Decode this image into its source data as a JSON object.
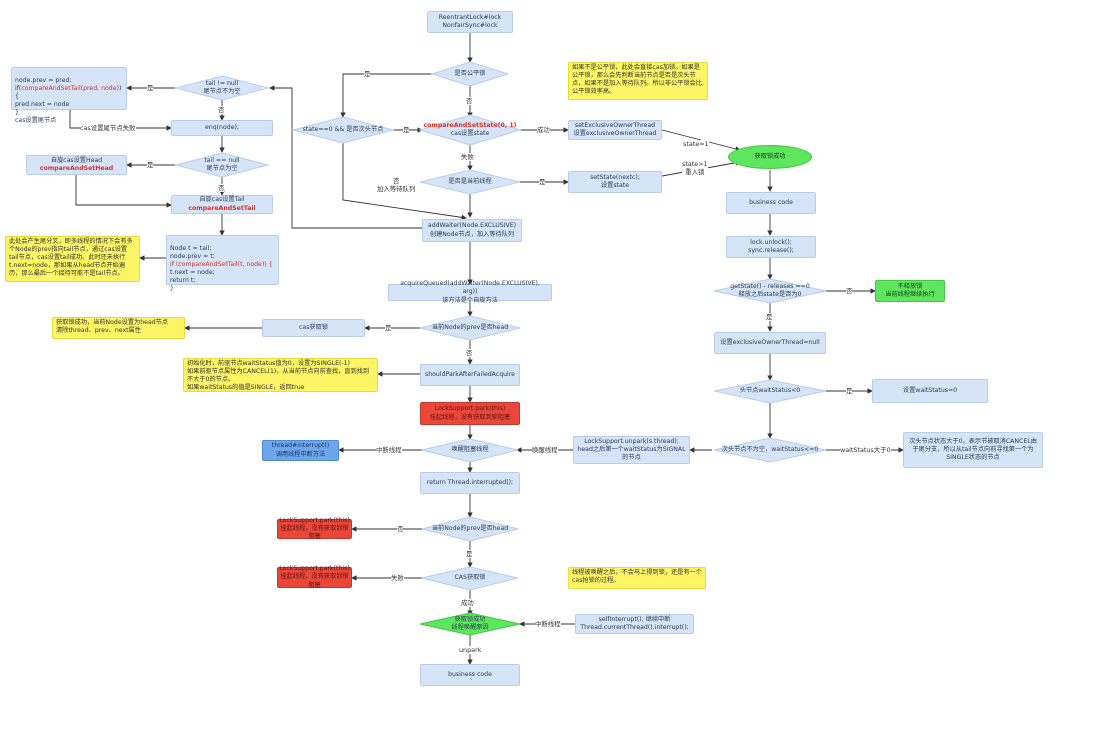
{
  "start": "ReentrantLock#lock\nNonfairSync#lock",
  "is_fair": "是否公平锁",
  "fair_yes": "是",
  "fair_no": "否",
  "nonfair_note": "如果不是公平锁，此处会直接cas加锁。如果是公平锁，那么会先判断当前节点是否是次头节点，如果不是加入等待队列。所以非公平锁会比公平锁效率高。",
  "state_check": "state==0 && 是否次头节点",
  "cas_state_fn": "compareAndSetState(0, 1)",
  "cas_state_txt": "cas设置state",
  "set_owner": "setExclusiveOwnerThread\n设置exclusiveOwnerThread",
  "success": "成功",
  "fail": "失败",
  "is_current_thread": "是否是当前线程",
  "set_state": "setState(nextc);\n设置state",
  "state_eq_1": "state=1",
  "state_gt_1": "state>1\n重入锁",
  "lock_acquired": "获取锁成功",
  "business_code": "business code",
  "unlock": "lock.unlock();\nsync.release();",
  "release_check": "getState() - releases ==0\n释放之后state是否为0",
  "not_release": "不释放锁\n当前线程继续执行",
  "set_owner_null": "设置exclusiveOwnerThread=null",
  "head_status": "头节点waitStatus<0",
  "set_ws_0": "设置waitStatus=0",
  "next_check": "次头节点不为空，waitStatus<=0",
  "ws_gt_0": "waitStatus大于0",
  "cancel_note": "次头节点状态大于0，表示节被取消CANCEL由于尾分支，所以从tail节点向前寻找第一个为SINGLE状态的节点",
  "unpark_box": "LockSupport.unpark(s.thread);\nhead之后第一个waitStatus为SIGNAL的节点",
  "wake_thread": "唤醒线程",
  "add_waiter": "addWaiter(Node.EXCLUSIVE)\n创建Node节点，加入等待队列",
  "no_join_queue": "否\n加入等待队列",
  "acquire_queued": "acquireQueued(addWaiter(Node.EXCLUSIVE), arg))\n该方法是个自旋方法",
  "prev_is_head": "当前Node的prev是否head",
  "cas_lock": "cas获取锁",
  "set_head_note": "获取锁成功，当前Node设置为head节点\n清除thread、prev、next属性",
  "should_park": "shouldParkAfterFailedAcquire",
  "park_note": "初始化时，前驱节点waitStatus值为0，设置为SINGLE(-1)\n如果前驱节点属性为CANCEL(1)，从当前节点向前查找，直到找到不大于0的节点。\n如果waitStatus的值是SINGLE，返回true",
  "park1": "LockSupport.park(this)\n挂起线程，没有获取到锁阻塞",
  "wake_blocked": "唤醒阻塞线程",
  "interrupt_thread": "中断线程",
  "thread_interrupt": "thread#interrupt()\n调用线程中断方法",
  "return_interrupted": "return Thread.interrupted();",
  "prev_is_head2": "当前Node的prev是否head",
  "park2": "LockSupport.park(this)\n挂起线程，没有获取到锁阻塞",
  "cas_acquire": "CAS获取锁",
  "park3": "LockSupport.park(this)\n挂起线程，没有获取到锁阻塞",
  "wake_note": "线程被唤醒之后，不会马上得到锁，还是有一个cas抢锁的过程。",
  "acquire_wake": "获取锁成功\n线程唤醒原因",
  "self_interrupt": "selfInterrupt(); 继续中断\nThread.currentThread().interrupt();",
  "unpark_lbl": "unpark",
  "business_code2": "business code",
  "yes": "是",
  "no": "否",
  "tail_not_null": "tail != null\n尾节点不为空",
  "node_prev_pre": "node.prev = pred;\nif(",
  "node_prev_fn": "compareAndSetTail(pred, node)",
  "node_prev_post": "){\n    pred.next = node\n}\ncas设置尾节点",
  "cas_tail_fail": "cas设置尾节点失败",
  "enq": "enq(node);",
  "tail_null": "tail == null\n尾节点为空",
  "spin_head_txt": "自旋cas设置Head",
  "spin_head_fn": "compareAndSetHead",
  "spin_tail_txt": "自旋cas设置Tail",
  "spin_tail_fn": "compareAndSetTail",
  "enq_note": "此处会产生尾分叉，即多线程的情况下会有多个Node的prev指向tail节点，通过cas设置tail节点，cas设置tail成功。此时还未执行t.next=node，那如果从head节点开始遍历，那么最后一个接待可能不是tail节点。",
  "tail_code_pre": "Node t = tail;\nnode.prev = t;",
  "tail_code_fn": "if (compareAndSetTail(t, node)) {",
  "tail_code_post": "  t.next = node;\n  return t;\n}"
}
